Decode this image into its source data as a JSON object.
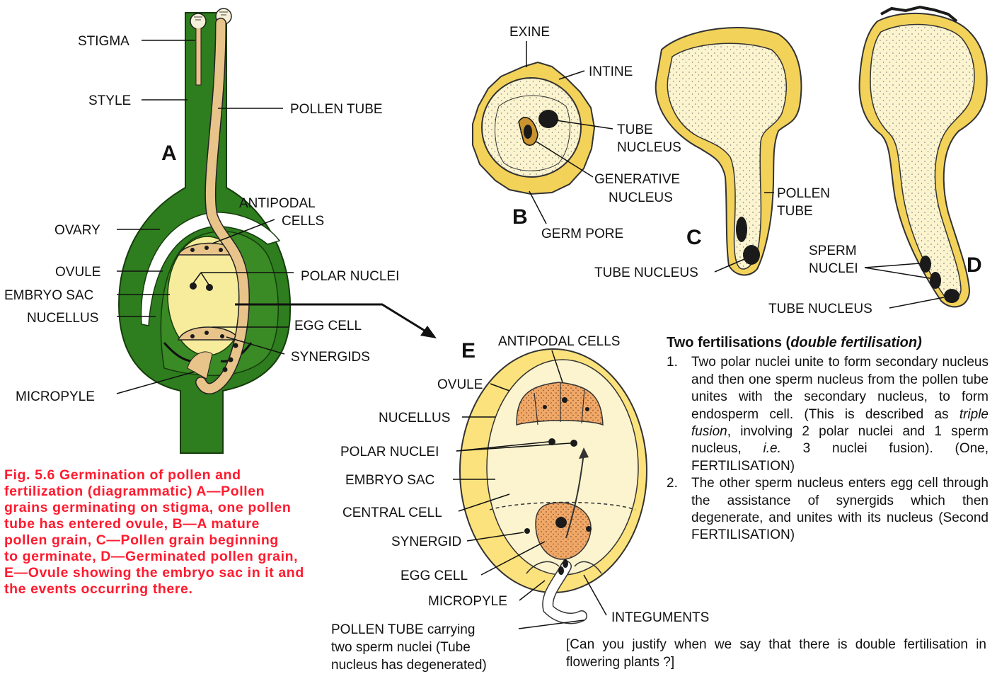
{
  "panels": {
    "A": "A",
    "B": "B",
    "C": "C",
    "D": "D",
    "E": "E"
  },
  "diagram_a": {
    "stigma": "STIGMA",
    "style": "STYLE",
    "pollen_tube": "POLLEN TUBE",
    "antipodal_cells_1": "ANTIPODAL",
    "antipodal_cells_2": "CELLS",
    "ovary": "OVARY",
    "ovule": "OVULE",
    "polar_nuclei": "POLAR NUCLEI",
    "embryo_sac": "EMBRYO SAC",
    "nucellus": "NUCELLUS",
    "egg_cell": "EGG CELL",
    "synergids": "SYNERGIDS",
    "micropyle": "MICROPYLE"
  },
  "diagram_b": {
    "exine": "EXINE",
    "intine": "INTINE",
    "tube_nucleus_1": "TUBE",
    "tube_nucleus_2": "NUCLEUS",
    "generative_nucleus_1": "GENERATIVE",
    "generative_nucleus_2": "NUCLEUS",
    "germ_pore": "GERM PORE"
  },
  "diagram_c": {
    "pollen_tube_1": "POLLEN",
    "pollen_tube_2": "TUBE",
    "tube_nucleus": "TUBE NUCLEUS"
  },
  "diagram_d": {
    "sperm_nuclei_1": "SPERM",
    "sperm_nuclei_2": "NUCLEI",
    "tube_nucleus": "TUBE NUCLEUS"
  },
  "diagram_e": {
    "antipodal_cells": "ANTIPODAL CELLS",
    "ovule": "OVULE",
    "nucellus": "NUCELLUS",
    "polar_nuclei": "POLAR NUCLEI",
    "embryo_sac": "EMBRYO SAC",
    "central_cell": "CENTRAL CELL",
    "synergid": "SYNERGID",
    "egg_cell": "EGG CELL",
    "micropyle": "MICROPYLE",
    "integuments": "INTEGUMENTS",
    "pollen_tube_1": "POLLEN TUBE carrying",
    "pollen_tube_2": "two sperm nuclei (Tube",
    "pollen_tube_3": "nucleus has degenerated)"
  },
  "caption": {
    "line1": "Fig. 5.6 Germination of pollen and",
    "line2": "fertilization (diagrammatic) A—Pollen",
    "line3": "grains germinating on stigma, one pollen",
    "line4": "tube has entered ovule,  B—A mature",
    "line5": "pollen grain,  C—Pollen grain beginning",
    "line6": "to germinate, D—Germinated pollen grain,",
    "line7": "E—Ovule showing the embryo sac in it and",
    "line8": "the events occurring there."
  },
  "double_fertilisation": {
    "title_plain": "Two fertilisations (",
    "title_italic": "double fertilisation)",
    "item1_num": "1.",
    "item1_a": "Two polar nuclei unite to form secondary nucleus and then one sperm nucleus from the pollen tube unites with the secondary nucleus, to form endosperm cell. (This is described as ",
    "item1_italic1": "triple fusion",
    "item1_b": ", involving 2 polar nuclei and 1 sperm nucleus, ",
    "item1_italic2": "i.e.",
    "item1_c": " 3 nuclei fusion). (One, FERTILISATION)",
    "item2_num": "2.",
    "item2": "The other sperm nucleus enters egg cell through the assistance of synergids which then degenerate, and unites with its nucleus (Second FERTILISATION)"
  },
  "note": "[Can you justify when we say that there is double fertilisation in flowering plants ?]",
  "colors": {
    "pistil_green": "#2e7d1e",
    "pollen_tube_tan": "#e8c48a",
    "embryo_sac_yellow": "#f6ec9c",
    "ovule_yellow": "#fbe27c",
    "caption_red": "#ff1a2e",
    "nucleus_dark": "#1a1a1a"
  }
}
